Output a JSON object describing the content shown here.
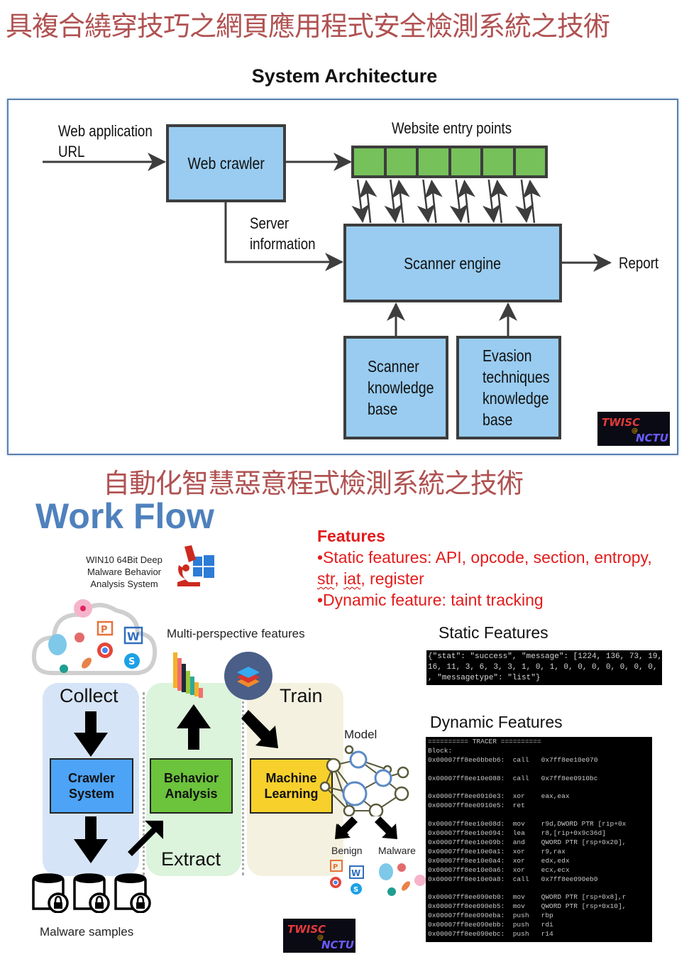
{
  "top": {
    "title": "具複合繞穿技巧之網頁應用程式安全檢測系統之技術",
    "architecture_heading": "System Architecture",
    "diagram": {
      "input_label_line1": "Web application",
      "input_label_line2": "URL",
      "web_crawler": "Web crawler",
      "entry_points_label": "Website entry points",
      "entry_point_count": 6,
      "server_info_line1": "Server",
      "server_info_line2": "information",
      "scanner_engine": "Scanner engine",
      "report": "Report",
      "scanner_kb": [
        "Scanner",
        "knowledge",
        "base"
      ],
      "evasion_kb": [
        "Evasion",
        "techniques",
        "knowledge",
        "base"
      ]
    },
    "logo": {
      "line1": "TWISC",
      "at": "@",
      "line2": "NCTU"
    }
  },
  "bottom": {
    "title": "自動化智慧惡意程式檢測系統之技術",
    "workflow_heading": "Work Flow",
    "system_caption": [
      "WIN10 64Bit Deep",
      "Malware Behavior",
      "Analysis System"
    ],
    "features": {
      "heading": "Features",
      "static_prefix": "•Static features: API, opcode, section, entropy,",
      "static_str": "str",
      "static_sep1": ", ",
      "static_iat": "iat",
      "static_rest": ", register",
      "dynamic": "•Dynamic feature: taint tracking"
    },
    "multi_perspective": "Multi-perspective features",
    "stages": {
      "collect": "Collect",
      "extract": "Extract",
      "train": "Train"
    },
    "boxes": {
      "crawler": [
        "Crawler",
        "System"
      ],
      "behavior": [
        "Behavior",
        "Analysis"
      ],
      "ml": [
        "Machine",
        "Learning"
      ]
    },
    "model_label": "Model",
    "benign_label": "Benign",
    "malware_label": "Malware",
    "malware_samples": "Malware samples",
    "static_features": {
      "heading": "Static Features",
      "lines": [
        "{\"stat\": \"success\", \"message\": [1224, 136, 73, 19, 1",
        "16, 11, 3, 6, 3, 3, 1, 0, 1, 0, 0, 0, 0, 0, 0, 0, 1,",
        ", \"messagetype\": \"list\"}"
      ]
    },
    "dynamic_features": {
      "heading": "Dynamic Features",
      "lines": [
        "========== TRACER ==========",
        "Block:",
        "0x00007ff8ee0bbeb6:  call   0x7ff8ee10e070",
        "",
        "0x00007ff8ee10e088:  call   0x7ff8ee0910bc",
        "",
        "0x00007ff8ee0910e3:  xor    eax,eax",
        "0x00007ff8ee0910e5:  ret",
        "",
        "0x00007ff8ee10e08d:  mov    r9d,DWORD PTR [rip+0x",
        "0x00007ff8ee10e094:  lea    r8,[rip+0x9c36d]",
        "0x00007ff8ee10e09b:  and    QWORD PTR [rsp+0x20],",
        "0x00007ff8ee10e0a1:  xor    r9,rax",
        "0x00007ff8ee10e0a4:  xor    edx,edx",
        "0x00007ff8ee10e0a6:  xor    ecx,ecx",
        "0x00007ff8ee10e0a8:  call   0x7ff8ee090eb0",
        "",
        "0x00007ff8ee090eb0:  mov    QWORD PTR [rsp+0x8],r",
        "0x00007ff8ee090eb5:  mov    QWORD PTR [rsp+0x10],",
        "0x00007ff8ee090eba:  push   rbp",
        "0x00007ff8ee090ebb:  push   rdi",
        "0x00007ff8ee090ebc:  push   r14"
      ]
    },
    "logo": {
      "line1": "TWISC",
      "at": "@",
      "line2": "NCTU"
    }
  },
  "colors": {
    "title_red": "#b05252",
    "workflow_blue": "#4f81bd",
    "feature_red": "#e31b1b",
    "diagram_box_blue": "#99ccf0",
    "entry_green": "#76c15a",
    "crawler_blue": "#4da3f5",
    "behavior_green": "#6cc33c",
    "ml_yellow": "#f7d02c"
  }
}
